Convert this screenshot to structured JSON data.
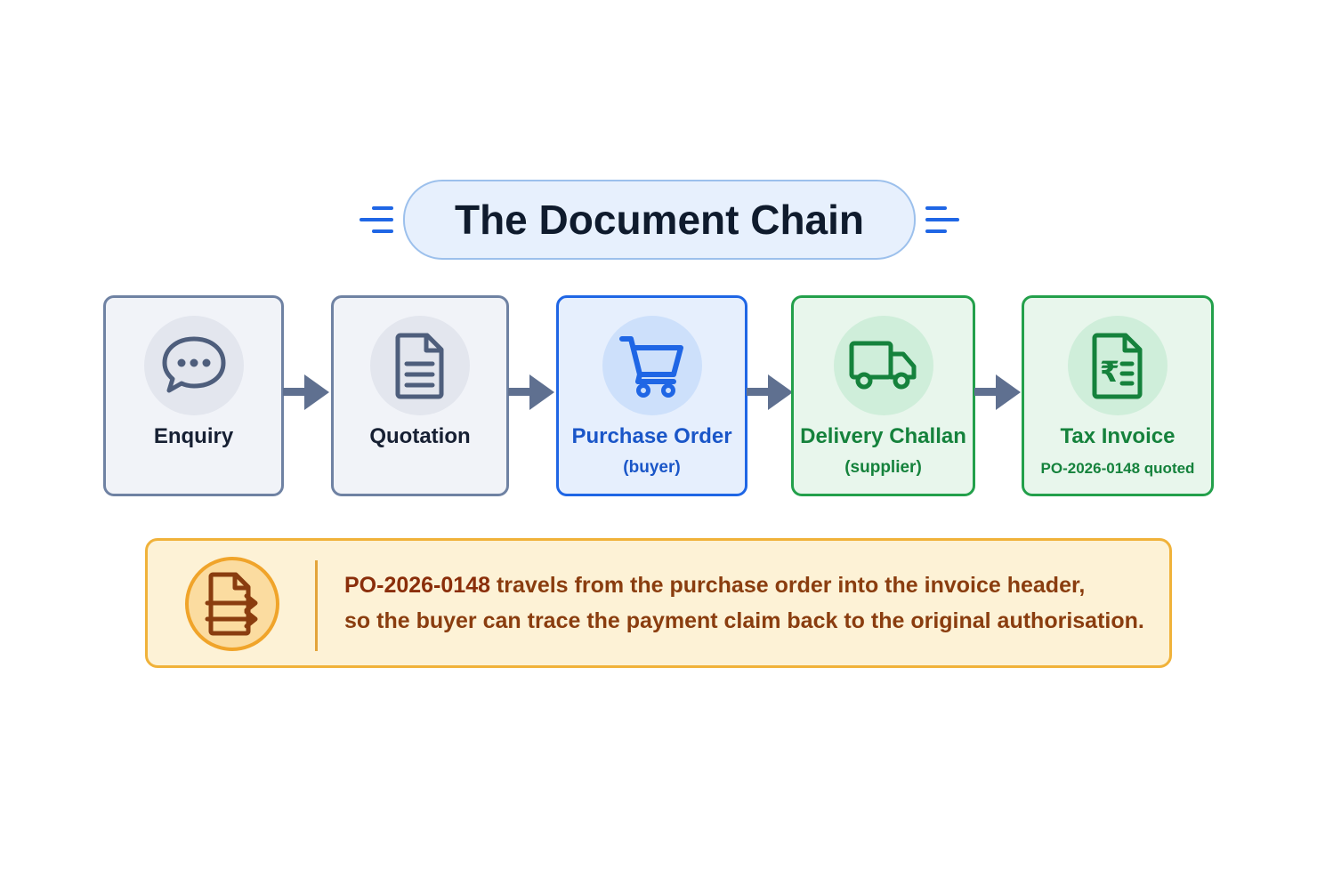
{
  "title": "The Document Chain",
  "steps": [
    {
      "label": "Enquiry",
      "sub": "",
      "icon": "speech-bubble-icon",
      "style": "grey"
    },
    {
      "label": "Quotation",
      "sub": "",
      "icon": "document-icon",
      "style": "grey"
    },
    {
      "label": "Purchase Order",
      "sub": "(buyer)",
      "icon": "shopping-cart-icon",
      "style": "blue"
    },
    {
      "label": "Delivery Challan",
      "sub": "(supplier)",
      "icon": "delivery-truck-icon",
      "style": "green"
    },
    {
      "label": "Tax Invoice",
      "sub": "PO-2026-0148 quoted",
      "icon": "rupee-invoice-icon",
      "style": "green"
    }
  ],
  "callout": {
    "icon": "document-transfer-icon",
    "ref": "PO-2026-0148",
    "line1_rest": " travels from the purchase order into the invoice header,",
    "line2": "so the buyer can trace the payment claim back to the original authorisation."
  },
  "colors": {
    "grey": "#6f82a3",
    "blue": "#1f66e5",
    "green": "#23a04b",
    "amber": "#f0b23a",
    "arrow": "#5f7090"
  }
}
